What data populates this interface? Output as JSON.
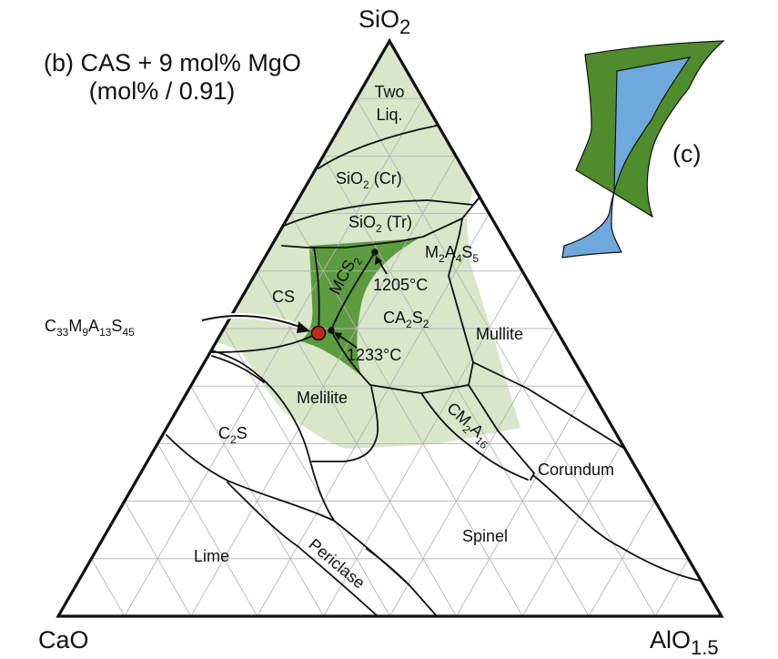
{
  "title": {
    "line1": "(b) CAS + 9 mol% MgO",
    "line2": "(mol% / 0.91)"
  },
  "vertices": {
    "top": {
      "main": "SiO",
      "sub": "2"
    },
    "left": {
      "main": "CaO"
    },
    "right": {
      "main": "AlO",
      "sub": "1.5"
    }
  },
  "grid_divisions": 10,
  "colors": {
    "liquid_region": "#d9e6c9",
    "highlight_region": "#5c9b3f",
    "point_red": "#c0281e",
    "inset_green": "#4e8c2c",
    "inset_blue": "#6fa8dc"
  },
  "fields": {
    "two_liq": {
      "line1": "Two",
      "line2": "Liq."
    },
    "sio2_cr": {
      "main": "SiO",
      "sub": "2",
      "rest": " (Cr)"
    },
    "sio2_tr": {
      "main": "SiO",
      "sub": "2",
      "rest": " (Tr)"
    },
    "m2a4s5": [
      "M",
      "2",
      "A",
      "4",
      "S",
      "5"
    ],
    "mcs2": {
      "main": "MCS",
      "sub": "2"
    },
    "cs": "CS",
    "ca2s2": [
      "CA",
      "2",
      "S",
      "2"
    ],
    "mullite": "Mullite",
    "melilite": "Melilite",
    "c2s": [
      "C",
      "2",
      "S"
    ],
    "cm2a16": [
      "CM",
      "2",
      "A",
      "16"
    ],
    "corundum": "Corundum",
    "spinel": "Spinel",
    "lime": "Lime",
    "periclase": "Periclase"
  },
  "annotations": {
    "composition": [
      "C",
      "33",
      "M",
      "9",
      "A",
      "13",
      "S",
      "45"
    ],
    "eutectic_1": "1205°C",
    "eutectic_2": "1233°C"
  },
  "inset": {
    "label": "(c)"
  }
}
